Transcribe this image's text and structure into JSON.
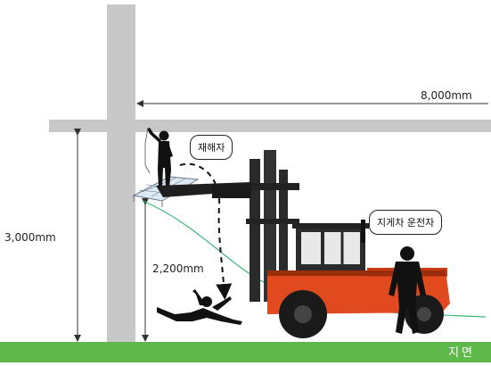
{
  "dimensions": {
    "horizontal": "8,000mm",
    "left_height": "3,000mm",
    "fall_height": "2,200mm"
  },
  "callouts": {
    "victim": "재해자",
    "driver": "지게차 운전자"
  },
  "ground": {
    "label": "지면"
  },
  "colors": {
    "structure": "#c8c8c8",
    "ground": "#5fb84a",
    "forklift_body": "#e14a1e",
    "silhouette": "#111111",
    "fall_line": "#3cb878"
  }
}
